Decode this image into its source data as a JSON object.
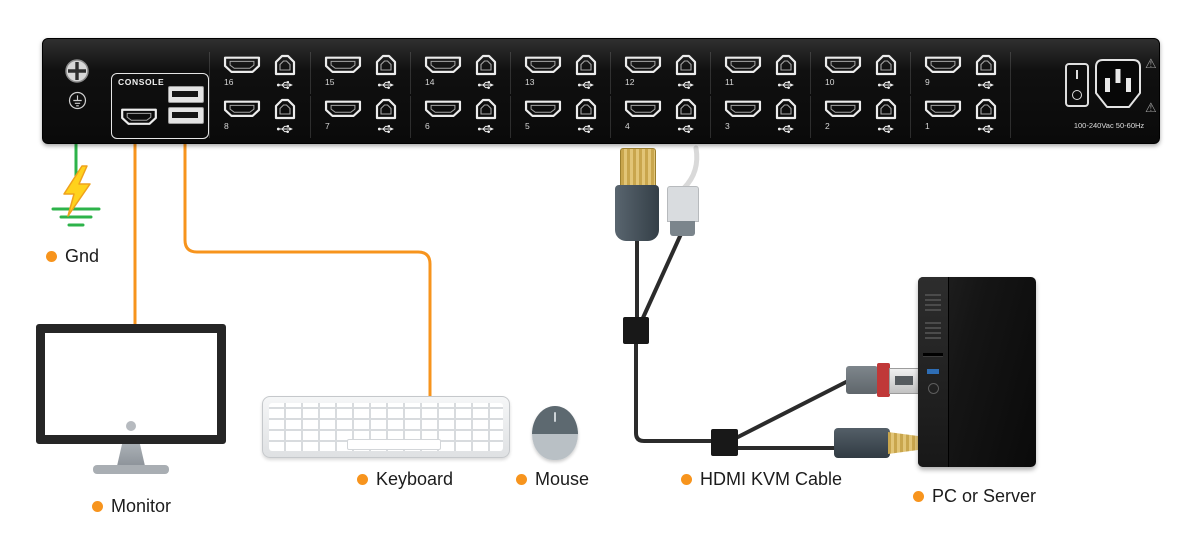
{
  "colors": {
    "accent_orange": "#F7941D",
    "ground_green": "#2DB34A",
    "cable_dark": "#2b2b2b",
    "panel_black": "#111111"
  },
  "panel": {
    "console_label": "CONSOLE",
    "power_rating": "100-240Vac 50-60Hz",
    "port_rows": {
      "top": [
        "16",
        "15",
        "14",
        "13",
        "12",
        "11",
        "10",
        "9"
      ],
      "bottom": [
        "8",
        "7",
        "6",
        "5",
        "4",
        "3",
        "2",
        "1"
      ]
    }
  },
  "labels": {
    "gnd": "Gnd",
    "monitor": "Monitor",
    "keyboard": "Keyboard",
    "mouse": "Mouse",
    "hdmi_kvm_cable": "HDMI KVM Cable",
    "pc_or_server": "PC or Server"
  },
  "icons": {
    "warning": "⚠"
  }
}
